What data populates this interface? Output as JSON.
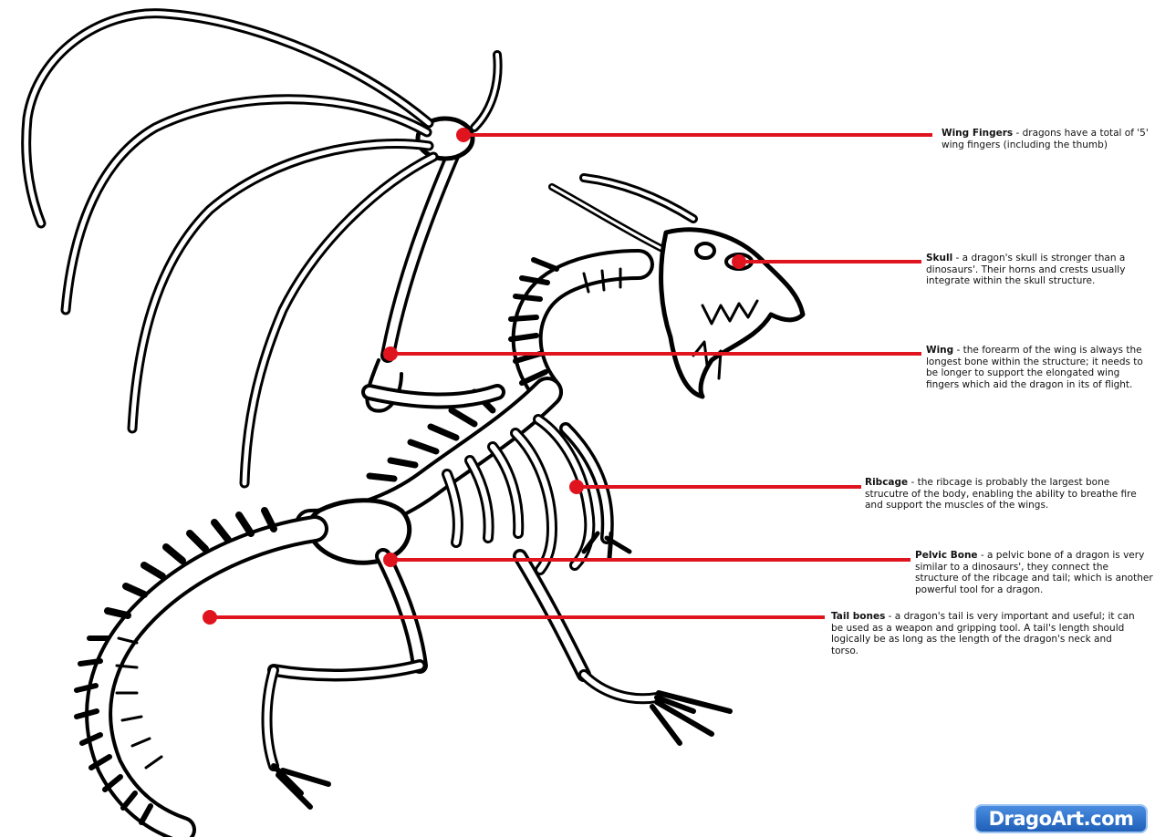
{
  "callouts": [
    {
      "id": "wingfingers",
      "title": "Wing Fingers",
      "text": " - dragons have a total of '5' wing fingers (including the thumb)"
    },
    {
      "id": "skull",
      "title": "Skull",
      "text": " - a dragon's skull is stronger than a dinosaurs'. Their horns and crests usually integrate within the skull structure."
    },
    {
      "id": "wing",
      "title": "Wing",
      "text": " - the forearm of the wing is always the longest bone within the structure; it needs to be longer to support the elongated wing fingers which aid the dragon in its of flight."
    },
    {
      "id": "ribcage",
      "title": "Ribcage",
      "text": " - the ribcage is probably the largest bone strucutre of the body, enabling the ability to breathe fire and support the muscles of the wings."
    },
    {
      "id": "pelvic",
      "title": "Pelvic Bone",
      "text": " - a pelvic bone of a dragon is very similar to a dinosaurs', they connect the structure of the ribcage and tail; which is another powerful tool for a dragon."
    },
    {
      "id": "tail",
      "title": "Tail bones",
      "text": " - a dragon's tail is very important and useful; it can be used as a weapon and gripping tool. A tail's length should logically be as long as the length of the dragon's neck and torso."
    }
  ],
  "logo": {
    "text": "DragoArt.com"
  },
  "colors": {
    "leader": "#e0141e",
    "ink": "#000000"
  }
}
